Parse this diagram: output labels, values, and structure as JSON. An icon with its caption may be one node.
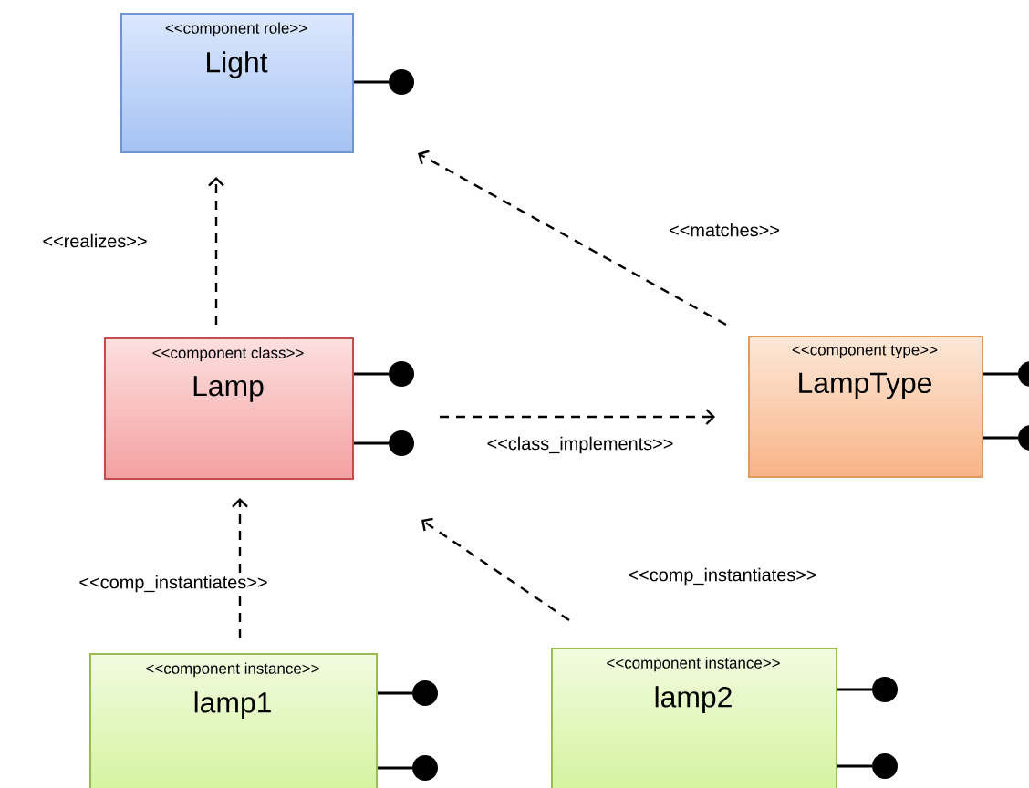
{
  "diagram": {
    "nodes": [
      {
        "text": [
          "<<component role>>",
          "Light"
        ]
      },
      {
        "text": [
          "<<component class>>",
          "Lamp"
        ]
      },
      {
        "text": [
          "<<component type>>",
          "LampType"
        ]
      },
      {
        "text": [
          "<<component instance>>",
          "lamp1"
        ]
      },
      {
        "text": [
          "<<component instance>>",
          "lamp2"
        ]
      }
    ],
    "edges": [
      {
        "from": 1,
        "to": 0,
        "arrow": "to",
        "style": "dashed",
        "label": "<<realizes>>"
      },
      {
        "from": 2,
        "to": 0,
        "arrow": "to",
        "style": "dashed",
        "label": "<<matches>>"
      },
      {
        "from": 1,
        "to": 2,
        "arrow": "to",
        "style": "dashed",
        "label": "<<class_implements>>"
      },
      {
        "from": 3,
        "to": 1,
        "arrow": "to",
        "style": "dashed",
        "label": "<<comp_instantiates>>"
      },
      {
        "from": 4,
        "to": 1,
        "arrow": "to",
        "style": "dashed",
        "label": "<<comp_instantiates>>"
      }
    ]
  }
}
